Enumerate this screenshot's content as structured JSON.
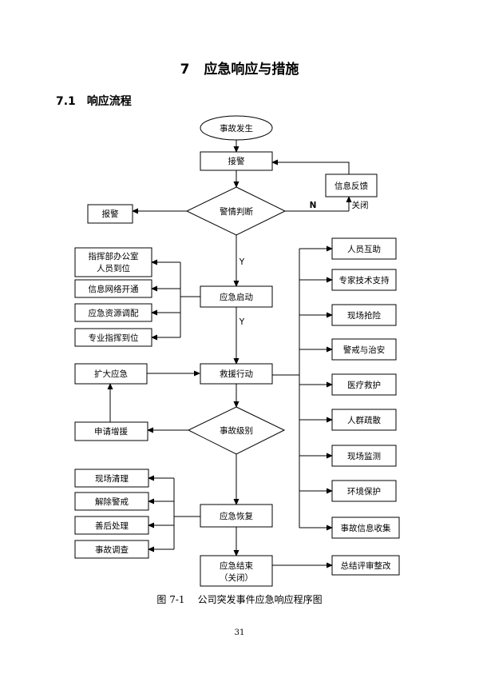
{
  "page": {
    "chapter_number": "7",
    "chapter_title": "应急响应与措施",
    "section_number": "7.1",
    "section_title": "响应流程",
    "caption_number": "图 7-1",
    "caption_text": "公司突发事件应急响应程序图",
    "page_number": "31"
  },
  "flow": {
    "start": "事故发生",
    "receive": "接警",
    "judge": "警情判断",
    "report": "报警",
    "feedback": "信息反馈",
    "label_n": "N",
    "label_close": "关闭",
    "label_y1": "Y",
    "label_y2": "Y",
    "activate": "应急启动",
    "activate_tasks": [
      "指挥部办公室",
      "人员到位",
      "信息网络开通",
      "应急资源调配",
      "专业指挥到位"
    ],
    "rescue": "救援行动",
    "expand": "扩大应急",
    "request": "申请增援",
    "level": "事故级别",
    "rescue_tasks": [
      "人员互助",
      "专家技术支持",
      "现场抢险",
      "警戒与治安",
      "医疗救护",
      "人群疏散",
      "现场监测",
      "环境保护",
      "事故信息收集"
    ],
    "recover": "应急恢复",
    "recover_tasks": [
      "现场清理",
      "解除警戒",
      "善后处理",
      "事故调查"
    ],
    "end_line1": "应急结束",
    "end_line2": "（关闭）",
    "summary": "总结评审整改"
  }
}
